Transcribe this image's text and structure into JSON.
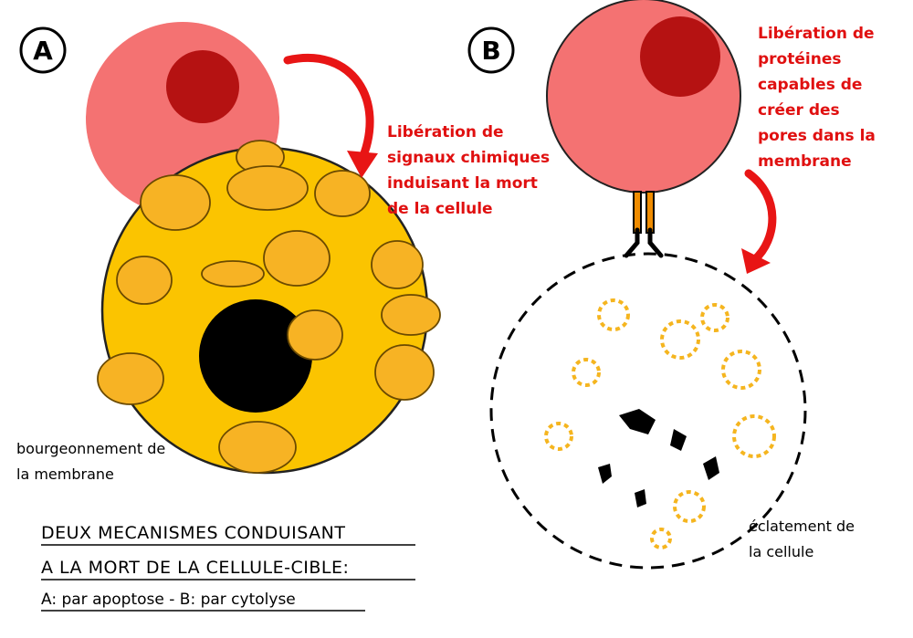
{
  "panel_a": {
    "letter": "A",
    "signal_label": [
      "Libération de",
      "signaux chimiques",
      "induisant la mort",
      "de la cellule"
    ],
    "budding_label": [
      "bourgeonnement de",
      "la membrane"
    ]
  },
  "panel_b": {
    "letter": "B",
    "protein_label": [
      "Libération de",
      "protéines",
      "capables de",
      "créer des",
      "pores dans la",
      "membrane"
    ],
    "burst_label": [
      "éclatement de",
      "la cellule"
    ]
  },
  "caption": {
    "line1": "DEUX MECANISMES CONDUISANT",
    "line2": "A LA  MORT DE LA CELLULE-CIBLE:",
    "line3": "A: par apoptose - B: par cytolyse"
  },
  "colors": {
    "killer_cell": "#f47272",
    "killer_nucleus": "#b51212",
    "target_cell": "#fbc400",
    "bleb": "#f7b324",
    "arrow_red": "#e81515",
    "receptor_orange": "#f08c00"
  }
}
